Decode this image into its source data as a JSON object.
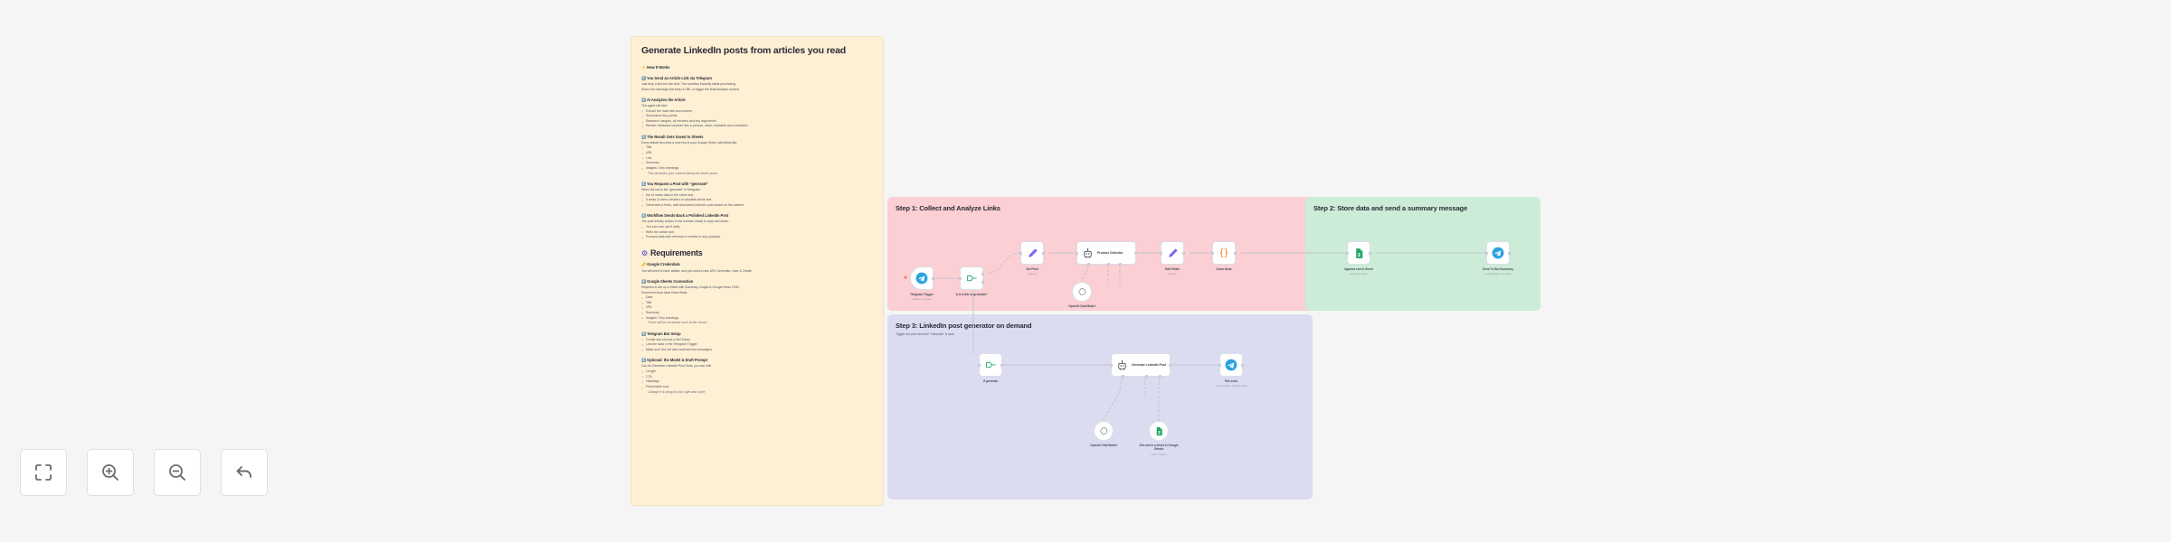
{
  "canvas": {
    "background": "#f5f5f5"
  },
  "sticky_note": {
    "title": "Generate LinkedIn posts from articles you read",
    "background": "#fdf0d5",
    "blocks": [
      {
        "type": "heading",
        "text": "⚡ How It Works"
      },
      {
        "type": "heading",
        "text": "1️⃣ You Send an Article Link via Telegram"
      },
      {
        "type": "para",
        "text": "Just drop a link into the chat. The workflow instantly starts processing."
      },
      {
        "type": "para",
        "text": "Share the message and keep a URL or trigger the fetch/analyse content."
      },
      {
        "type": "heading",
        "text": "2️⃣ AI Analyzes the Article"
      },
      {
        "type": "para",
        "text": "The agent will then:"
      },
      {
        "type": "bullet",
        "text": "Extract the main title and content"
      },
      {
        "type": "bullet",
        "text": "Summarize key points"
      },
      {
        "type": "bullet",
        "text": "Research insights, all remarks and key arguments"
      },
      {
        "type": "bullet",
        "text": "Render metadata structure like a precise, clean, readable and consistent"
      },
      {
        "type": "heading",
        "text": "3️⃣ The Result Gets Saved to Sheets"
      },
      {
        "type": "para",
        "text": "Every article becomes a new row in your Google Sheet, with fields like:"
      },
      {
        "type": "bullet",
        "text": "Title"
      },
      {
        "type": "bullet",
        "text": "URL"
      },
      {
        "type": "bullet",
        "text": "Link"
      },
      {
        "type": "bullet",
        "text": "Summary"
      },
      {
        "type": "bullet",
        "text": "Insights / Key learnings"
      },
      {
        "type": "note",
        "text": "This becomes your content library for future posts."
      },
      {
        "type": "heading",
        "text": "4️⃣ You Request a Post with \"generate\""
      },
      {
        "type": "para",
        "text": "When the bot in the \"generate\" in Telegram:"
      },
      {
        "type": "bullet",
        "text": "the AI reads data in the sheet and"
      },
      {
        "type": "bullet",
        "text": "it ranks & infers creation of valuable article text"
      },
      {
        "type": "bullet",
        "text": "Generates a fresh, well-structured LinkedIn post based on the content"
      },
      {
        "type": "heading",
        "text": "5️⃣ Workflow Sends Back a Polished LinkedIn Post"
      },
      {
        "type": "para",
        "text": "The post directly arrives to the number, ready to copy and share."
      },
      {
        "type": "bullet",
        "text": "You can now use it daily"
      },
      {
        "type": "bullet",
        "text": "Write the article and"
      },
      {
        "type": "bullet",
        "text": "Forward data with reformat or rewrite to any prospect"
      }
    ],
    "requirements": {
      "heading": "Requirements",
      "icon": "gear-icon",
      "blocks": [
        {
          "type": "heading",
          "text": "🔑 Google Credentials"
        },
        {
          "type": "para",
          "text": "You will need to have added, and you need a new URL Generator, User & Create"
        },
        {
          "type": "heading",
          "text": "2️⃣ Google Sheets Connection"
        },
        {
          "type": "para",
          "text": "Required to set up a Sheet with Summary, Insight & Google News CSM."
        },
        {
          "type": "para",
          "text": "Document must have these fields:"
        },
        {
          "type": "bullet",
          "text": "Date"
        },
        {
          "type": "bullet",
          "text": "Title"
        },
        {
          "type": "bullet",
          "text": "URL"
        },
        {
          "type": "bullet",
          "text": "Summary"
        },
        {
          "type": "bullet",
          "text": "Insights / Key learnings"
        },
        {
          "type": "note",
          "text": "These will be accessed once to the record."
        },
        {
          "type": "heading",
          "text": "3️⃣ Telegram Bot Setup"
        },
        {
          "type": "bullet",
          "text": "Create and choose a Bot Token"
        },
        {
          "type": "bullet",
          "text": "Link the data in the Telegram Trigger"
        },
        {
          "type": "bullet",
          "text": "Make sure the bot also receives text messages"
        },
        {
          "type": "heading",
          "text": "4️⃣ Optional: the Model & Draft Prompt"
        },
        {
          "type": "para",
          "text": "Can be Generate LinkedIn Post Tools, you can edit:"
        },
        {
          "type": "bullet",
          "text": "Length"
        },
        {
          "type": "bullet",
          "text": "CTA"
        },
        {
          "type": "bullet",
          "text": "Hashtags"
        },
        {
          "type": "bullet",
          "text": "Personable tone"
        },
        {
          "type": "note",
          "text": "Change it to bring in your style and voice."
        }
      ]
    }
  },
  "sections": [
    {
      "id": "step1",
      "title": "Step 1: Collect and Analyze Links",
      "subtitle": "",
      "color": "#fbcfd3"
    },
    {
      "id": "step2",
      "title": "Step 2: Store data and send a summary message",
      "subtitle": "",
      "color": "#cdecd8"
    },
    {
      "id": "step3",
      "title": "Step 3: LinkedIn post generator on demand",
      "subtitle": "Trigger the post when the \"Generate\" is sent",
      "color": "#dcdcf1"
    }
  ],
  "nodes": {
    "telegram_trigger": {
      "label": "Telegram Trigger",
      "sublabel": "updates: message",
      "icon": "telegram-icon"
    },
    "is_link_switch": {
      "label": "Is it a link or generate?",
      "sublabel": "",
      "icon": "switch-icon"
    },
    "set_field": {
      "label": "Set Field",
      "sublabel": "manual",
      "icon": "edit-fields-icon"
    },
    "analyze_agent": {
      "label": "",
      "inline_title": "Product Collector",
      "sublabel": "",
      "icon": "ai-agent-icon"
    },
    "openai_model_1": {
      "label": "OpenAI Chat Model",
      "sublabel": "",
      "icon": "openai-icon"
    },
    "edit_fields": {
      "label": "Edit Fields",
      "sublabel": "manual",
      "icon": "edit-fields-icon"
    },
    "clean_code": {
      "label": "Clean Node",
      "sublabel": "",
      "icon": "code-icon"
    },
    "append_sheet": {
      "label": "Append row in Sheet",
      "sublabel": "appSheet: sheet",
      "icon": "google-sheets-icon"
    },
    "send_summary": {
      "label": "Send To Bot Summary",
      "sublabel": "sendMessage: message",
      "icon": "telegram-icon"
    },
    "generate_switch": {
      "label": "If generate",
      "sublabel": "",
      "icon": "switch-icon"
    },
    "generate_agent": {
      "label": "",
      "inline_title": "Generate LinkedIn Post",
      "sublabel": "",
      "icon": "ai-agent-icon"
    },
    "openai_model_2": {
      "label": "OpenAI Chat Model",
      "sublabel": "",
      "icon": "openai-icon"
    },
    "get_rows_sheet": {
      "label": "Get row in a sheet in Google Sheets",
      "sublabel": "select: column",
      "icon": "google-sheets-icon"
    },
    "send_post": {
      "label": "File send",
      "sublabel": "sendMessage: sendMessage",
      "icon": "telegram-icon"
    }
  },
  "toolbar": {
    "buttons": [
      {
        "name": "fit-to-view-button",
        "icon": "fit-view-icon",
        "label": "Fit to view"
      },
      {
        "name": "zoom-in-button",
        "icon": "zoom-in-icon",
        "label": "Zoom in"
      },
      {
        "name": "zoom-out-button",
        "icon": "zoom-out-icon",
        "label": "Zoom out"
      },
      {
        "name": "reset-zoom-button",
        "icon": "undo-arrow-icon",
        "label": "Reset zoom"
      }
    ]
  }
}
